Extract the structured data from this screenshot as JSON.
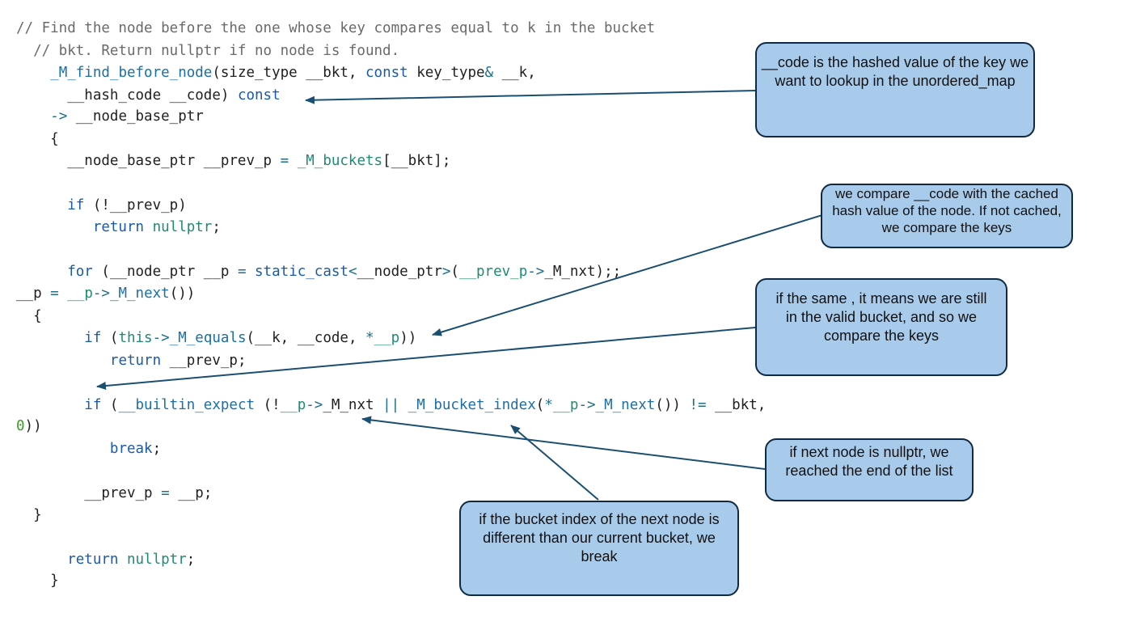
{
  "code": [
    [
      [
        "cm",
        "// Find the node before the one whose key compares equal to k in the bucket"
      ]
    ],
    [
      [
        "cm",
        "  // bkt. Return nullptr if no node is found."
      ]
    ],
    [
      [
        "tx",
        "    "
      ],
      [
        "fn",
        "_M_find_before_node"
      ],
      [
        "tx",
        "(size_type __bkt, "
      ],
      [
        "kw",
        "const"
      ],
      [
        "tx",
        " key_type"
      ],
      [
        "op",
        "&"
      ],
      [
        "tx",
        " __k,"
      ]
    ],
    [
      [
        "tx",
        "      __hash_code __code) "
      ],
      [
        "kw",
        "const"
      ]
    ],
    [
      [
        "tx",
        "    "
      ],
      [
        "op",
        "->"
      ],
      [
        "tx",
        " __node_base_ptr"
      ]
    ],
    [
      [
        "tx",
        "    {"
      ]
    ],
    [
      [
        "tx",
        "      __node_base_ptr __prev_p "
      ],
      [
        "op",
        "="
      ],
      [
        "tx",
        " "
      ],
      [
        "fld",
        "_M_buckets"
      ],
      [
        "tx",
        "[__bkt];"
      ]
    ],
    [
      [
        "tx",
        "      "
      ],
      [
        "kw",
        "if"
      ],
      [
        "tx",
        " (!__prev_p)"
      ]
    ],
    [
      [
        "tx",
        "         "
      ],
      [
        "kw",
        "return"
      ],
      [
        "tx",
        " "
      ],
      [
        "fld",
        "nullptr"
      ],
      [
        "tx",
        ";"
      ]
    ],
    [
      [
        "tx",
        "      "
      ],
      [
        "kw",
        "for"
      ],
      [
        "tx",
        " (__node_ptr __p "
      ],
      [
        "op",
        "="
      ],
      [
        "tx",
        " "
      ],
      [
        "kw",
        "static_cast"
      ],
      [
        "op",
        "<"
      ],
      [
        "tx",
        "__node_ptr"
      ],
      [
        "op",
        ">"
      ],
      [
        "tx",
        "("
      ],
      [
        "fld",
        "__prev_p"
      ],
      [
        "op",
        "->"
      ],
      [
        "tx",
        "_M_nxt);;"
      ]
    ],
    [
      [
        "tx",
        "__p "
      ],
      [
        "op",
        "="
      ],
      [
        "tx",
        " "
      ],
      [
        "fld",
        "__p"
      ],
      [
        "op",
        "->"
      ],
      [
        "fn",
        "_M_next"
      ],
      [
        "tx",
        "())"
      ]
    ],
    [
      [
        "tx",
        "  {"
      ]
    ],
    [
      [
        "tx",
        "        "
      ],
      [
        "kw",
        "if"
      ],
      [
        "tx",
        " ("
      ],
      [
        "fld",
        "this"
      ],
      [
        "op",
        "->"
      ],
      [
        "fn",
        "_M_equals"
      ],
      [
        "tx",
        "(__k, __code, "
      ],
      [
        "op",
        "*"
      ],
      [
        "fld",
        "__p"
      ],
      [
        "tx",
        "))"
      ]
    ],
    [
      [
        "tx",
        "           "
      ],
      [
        "kw",
        "return"
      ],
      [
        "tx",
        " __prev_p;"
      ]
    ],
    [
      [
        "tx",
        "        "
      ],
      [
        "kw",
        "if"
      ],
      [
        "tx",
        " ("
      ],
      [
        "fn",
        "__builtin_expect"
      ],
      [
        "tx",
        " (!"
      ],
      [
        "fld",
        "__p"
      ],
      [
        "op",
        "->"
      ],
      [
        "tx",
        "_M_nxt "
      ],
      [
        "op",
        "||"
      ],
      [
        "tx",
        " "
      ],
      [
        "fn",
        "_M_bucket_index"
      ],
      [
        "tx",
        "("
      ],
      [
        "op",
        "*"
      ],
      [
        "fld",
        "__p"
      ],
      [
        "op",
        "->"
      ],
      [
        "fn",
        "_M_next"
      ],
      [
        "tx",
        "()) "
      ],
      [
        "op",
        "!="
      ],
      [
        "tx",
        " __bkt,"
      ]
    ],
    [
      [
        "num",
        "0"
      ],
      [
        "tx",
        "))"
      ]
    ],
    [
      [
        "tx",
        "           "
      ],
      [
        "kw",
        "break"
      ],
      [
        "tx",
        ";"
      ]
    ],
    [
      [
        "tx",
        "        __prev_p "
      ],
      [
        "op",
        "="
      ],
      [
        "tx",
        " __p;"
      ]
    ],
    [
      [
        "tx",
        "  }"
      ]
    ],
    [
      [
        "tx",
        "      "
      ],
      [
        "kw",
        "return"
      ],
      [
        "tx",
        " "
      ],
      [
        "fld",
        "nullptr"
      ],
      [
        "tx",
        ";"
      ]
    ],
    [
      [
        "tx",
        "    }"
      ]
    ]
  ],
  "callouts": [
    {
      "id": "code-hash",
      "text": "__code is the hashed value of the key we want to lookup in the unordered_map"
    },
    {
      "id": "compare-code",
      "text": "we compare __code with the cached hash value of the node. If not cached, we compare the keys"
    },
    {
      "id": "same-bucket",
      "text": "if the same , it means we are still in the valid bucket, and so we compare the keys"
    },
    {
      "id": "next-null",
      "text": "if next node is nullptr, we reached the end of the list"
    },
    {
      "id": "bucket-break",
      "text": "if the bucket index of the next node is different than our current  bucket, we break"
    }
  ],
  "colors": {
    "callout_fill": "#a9cbeb",
    "callout_border": "#0f2a42",
    "arrow": "#1b4f72",
    "comment": "#6a6a6a",
    "keyword": "#1a5aa8",
    "function": "#1a6fa8",
    "field": "#1f8a73",
    "number": "#3f9a2d"
  }
}
